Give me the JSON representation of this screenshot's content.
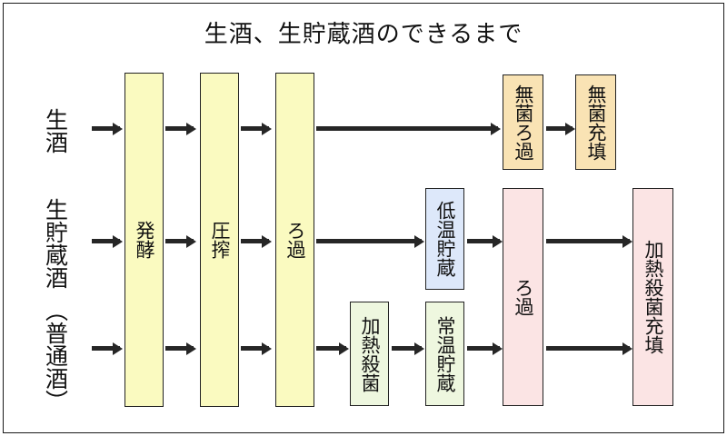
{
  "diagram": {
    "title": "生酒、生貯蔵酒のできるまで",
    "type": "flowchart",
    "frame_border_color": "#1a1a1a",
    "background": "#ffffff",
    "row_labels": [
      {
        "id": "row-namazake",
        "text": "生酒"
      },
      {
        "id": "row-namachozoshu",
        "text": "生貯蔵酒"
      },
      {
        "id": "row-futsushu",
        "text": "（普通酒）"
      }
    ],
    "nodes": [
      {
        "id": "hakko",
        "label": "発酵",
        "color": "#fafac0",
        "column": "shared"
      },
      {
        "id": "assaku",
        "label": "圧搾",
        "color": "#fafac0",
        "column": "shared"
      },
      {
        "id": "roka",
        "label": "ろ過",
        "color": "#fafac0",
        "column": "shared"
      },
      {
        "id": "mukin-roka",
        "label": "無菌ろ過",
        "color": "#f9e3b4",
        "column": "top"
      },
      {
        "id": "mukin-juten",
        "label": "無菌充填",
        "color": "#f9e3b4",
        "column": "top"
      },
      {
        "id": "teion-chozo",
        "label": "低温貯蔵",
        "color": "#dde8fa",
        "column": "middle"
      },
      {
        "id": "kanetsu-sakkin",
        "label": "加熱殺菌",
        "color": "#eef7df",
        "column": "bottom"
      },
      {
        "id": "joon-chozo",
        "label": "常温貯蔵",
        "color": "#eef7df",
        "column": "bottom"
      },
      {
        "id": "roka2",
        "label": "ろ過",
        "color": "#fbe4e4",
        "column": "shared-right"
      },
      {
        "id": "kanetsu-sakkin-juten",
        "label": "加熱殺菌充填",
        "color": "#fbe4e4",
        "column": "shared-right"
      }
    ],
    "edges": [
      {
        "from": "row-namazake",
        "to": "hakko"
      },
      {
        "from": "row-namachozoshu",
        "to": "hakko"
      },
      {
        "from": "row-futsushu",
        "to": "hakko"
      },
      {
        "from": "hakko",
        "to": "assaku"
      },
      {
        "from": "assaku",
        "to": "roka"
      },
      {
        "from": "roka",
        "to": "mukin-roka"
      },
      {
        "from": "mukin-roka",
        "to": "mukin-juten"
      },
      {
        "from": "roka",
        "to": "teion-chozo"
      },
      {
        "from": "teion-chozo",
        "to": "roka2"
      },
      {
        "from": "roka",
        "to": "kanetsu-sakkin"
      },
      {
        "from": "kanetsu-sakkin",
        "to": "joon-chozo"
      },
      {
        "from": "joon-chozo",
        "to": "roka2"
      },
      {
        "from": "roka2",
        "to": "kanetsu-sakkin-juten"
      }
    ]
  }
}
